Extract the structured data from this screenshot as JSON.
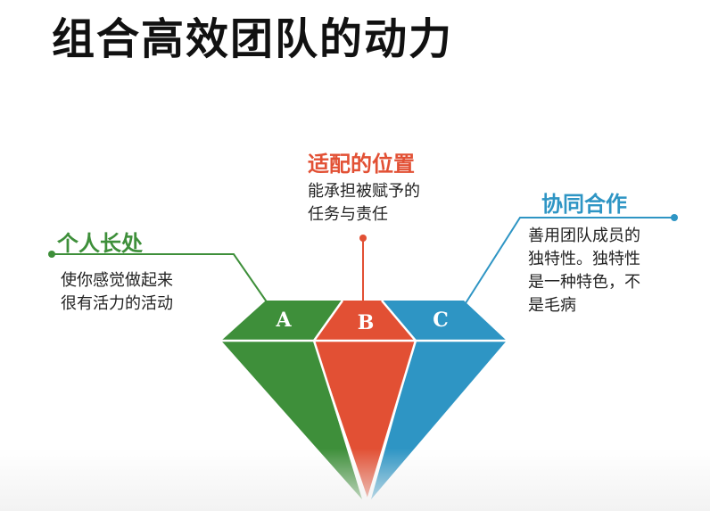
{
  "title": "组合高效团队的动力",
  "colors": {
    "green": "#3e8f3a",
    "red": "#e25034",
    "blue": "#2e95c4"
  },
  "facets": {
    "a": {
      "letter": "A",
      "heading": "个人长处",
      "lines": [
        "使你感觉做起来",
        "很有活力的活动"
      ]
    },
    "b": {
      "letter": "B",
      "heading": "适配的位置",
      "lines": [
        "能承担被赋予的",
        "任务与责任"
      ]
    },
    "c": {
      "letter": "C",
      "heading": "协同合作",
      "lines": [
        "善用团队成员的",
        "独特性。独特性",
        "是一种特色，不",
        "是毛病"
      ]
    }
  }
}
